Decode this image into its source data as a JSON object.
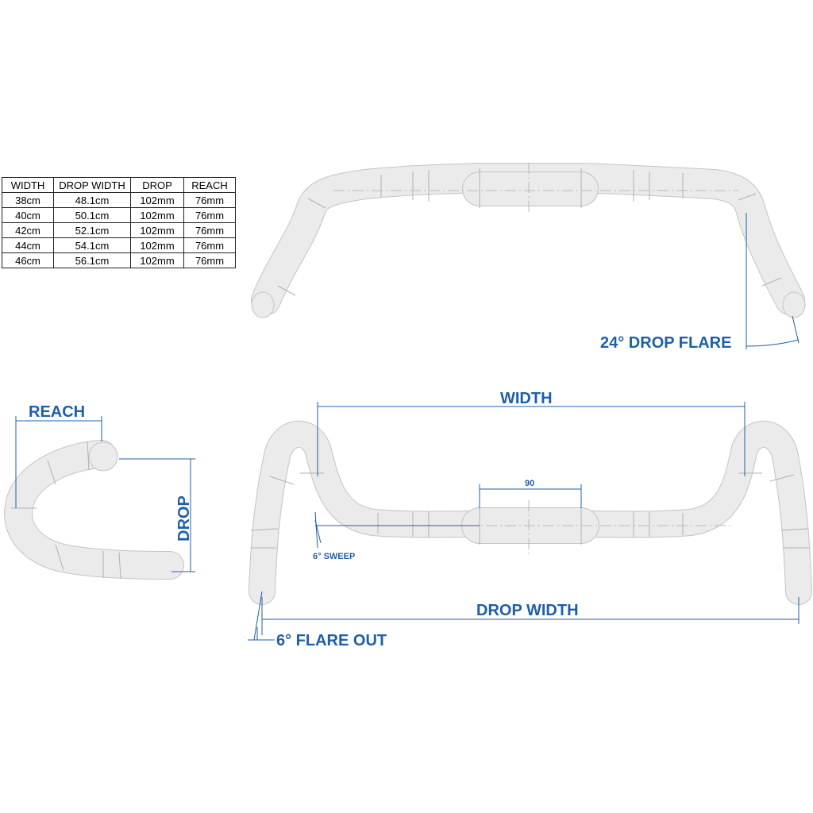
{
  "spec_table": {
    "headers": [
      "WIDTH",
      "DROP WIDTH",
      "DROP",
      "REACH"
    ],
    "rows": [
      [
        "38cm",
        "48.1cm",
        "102mm",
        "76mm"
      ],
      [
        "40cm",
        "50.1cm",
        "102mm",
        "76mm"
      ],
      [
        "42cm",
        "52.1cm",
        "102mm",
        "76mm"
      ],
      [
        "44cm",
        "54.1cm",
        "102mm",
        "76mm"
      ],
      [
        "46cm",
        "56.1cm",
        "102mm",
        "76mm"
      ]
    ]
  },
  "labels": {
    "drop_flare": "24° DROP FLARE",
    "reach": "REACH",
    "drop": "DROP",
    "width": "WIDTH",
    "clamp_width": "90",
    "sweep": "6° SWEEP",
    "drop_width": "DROP WIDTH",
    "flare_out": "6° FLARE OUT"
  },
  "colors": {
    "label": "#1f5fa8",
    "bar_outline": "#c4c4c4",
    "bar_fill": "#ebebeb"
  }
}
